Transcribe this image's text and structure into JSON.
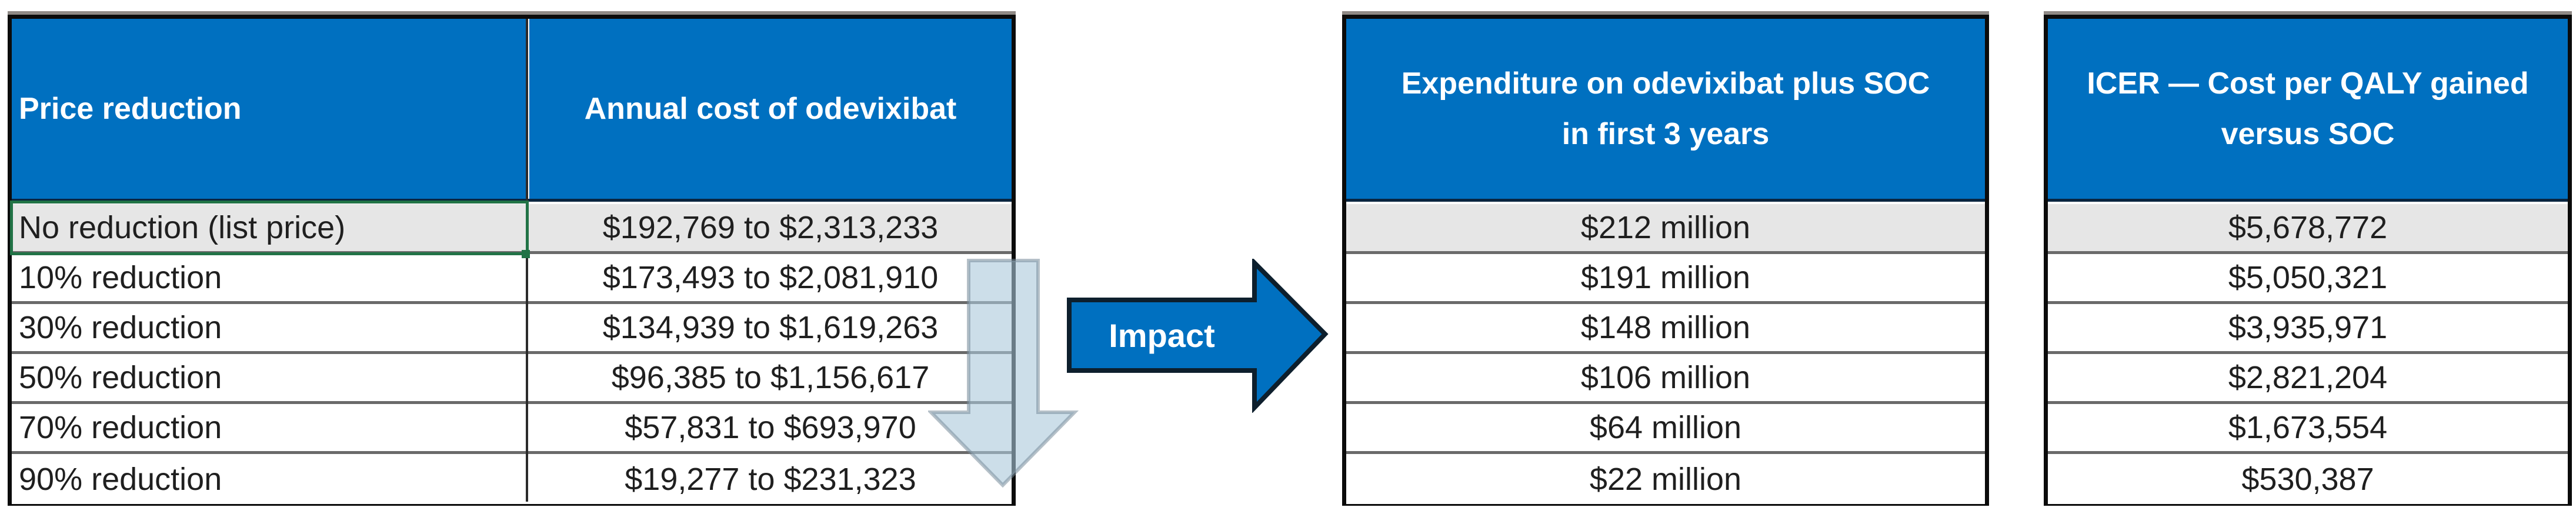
{
  "left_table": {
    "headers": [
      "Price reduction",
      "Annual cost of odevixibat"
    ],
    "rows": [
      {
        "price_reduction": "No reduction (list price)",
        "annual_cost": "$192,769 to $2,313,233"
      },
      {
        "price_reduction": "10% reduction",
        "annual_cost": "$173,493 to $2,081,910"
      },
      {
        "price_reduction": "30% reduction",
        "annual_cost": "$134,939 to $1,619,263"
      },
      {
        "price_reduction": "50% reduction",
        "annual_cost": "$96,385 to $1,156,617"
      },
      {
        "price_reduction": "70% reduction",
        "annual_cost": "$57,831 to $693,970"
      },
      {
        "price_reduction": "90% reduction",
        "annual_cost": "$19,277 to $231,323"
      }
    ],
    "selected_cell": "No reduction (list price)"
  },
  "impact_arrow": {
    "label": "Impact",
    "direction": "right",
    "color": "#0070C0"
  },
  "down_arrow": {
    "direction": "down",
    "color": "#C5D9E4"
  },
  "expenditure_table": {
    "header_line1": "Expenditure on odevixibat plus SOC",
    "header_line2": "in first 3 years",
    "rows": [
      "$212 million",
      "$191 million",
      "$148 million",
      "$106 million",
      "$64 million",
      "$22 million"
    ]
  },
  "icer_table": {
    "header_line1": "ICER — Cost per QALY gained",
    "header_line2": "versus SOC",
    "rows": [
      "$5,678,772",
      "$5,050,321",
      "$3,935,971",
      "$2,821,204",
      "$1,673,554",
      "$530,387"
    ]
  },
  "colors": {
    "header_blue": "#0070C0",
    "highlight_row": "#E6E6E6",
    "selection_green": "#217346",
    "text": "#1F1F1F"
  }
}
